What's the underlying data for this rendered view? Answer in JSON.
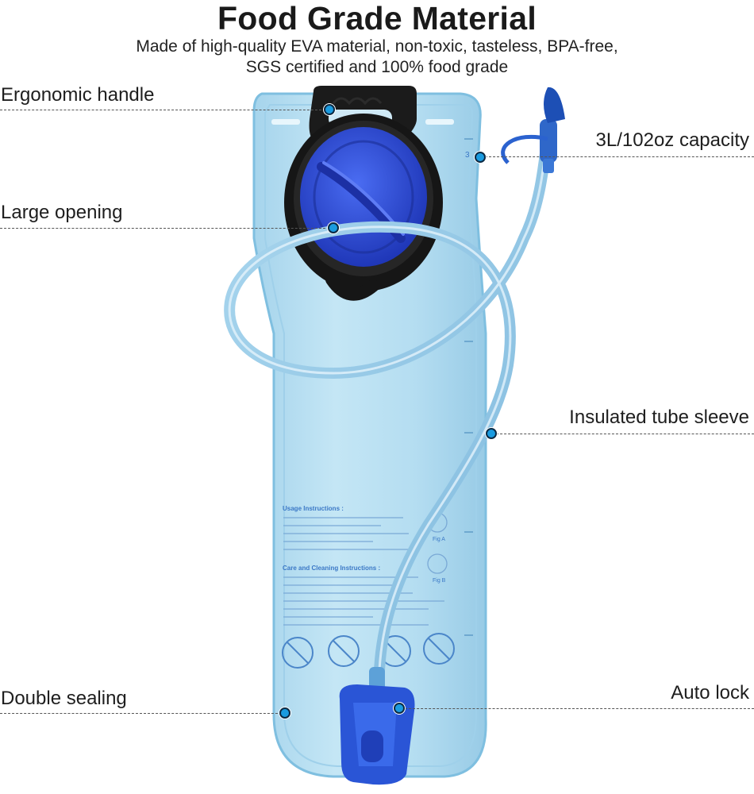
{
  "header": {
    "title": "Food Grade Material",
    "subtitle_line1": "Made of high-quality EVA material, non-toxic, tasteless, BPA-free,",
    "subtitle_line2": "SGS certified and 100% food grade"
  },
  "callouts": {
    "handle": "Ergonomic handle",
    "capacity": "3L/102oz capacity",
    "opening": "Large opening",
    "tube": "Insulated tube sleeve",
    "sealing": "Double sealing",
    "lock": "Auto lock"
  },
  "bladder_print": {
    "usage_title": "Usage Instructions :",
    "care_title": "Care and Cleaning Instructions :",
    "fig_a": "Fig A",
    "fig_b": "Fig B",
    "scale_top": "3"
  },
  "colors": {
    "bladder": "#b9dff1",
    "bladder_edge": "#7fbfe0",
    "cap_blue": "#2d4fe0",
    "handle_black": "#1b1b1b",
    "tube": "#8fc6e6",
    "callout_dot": "#1a9be0"
  }
}
